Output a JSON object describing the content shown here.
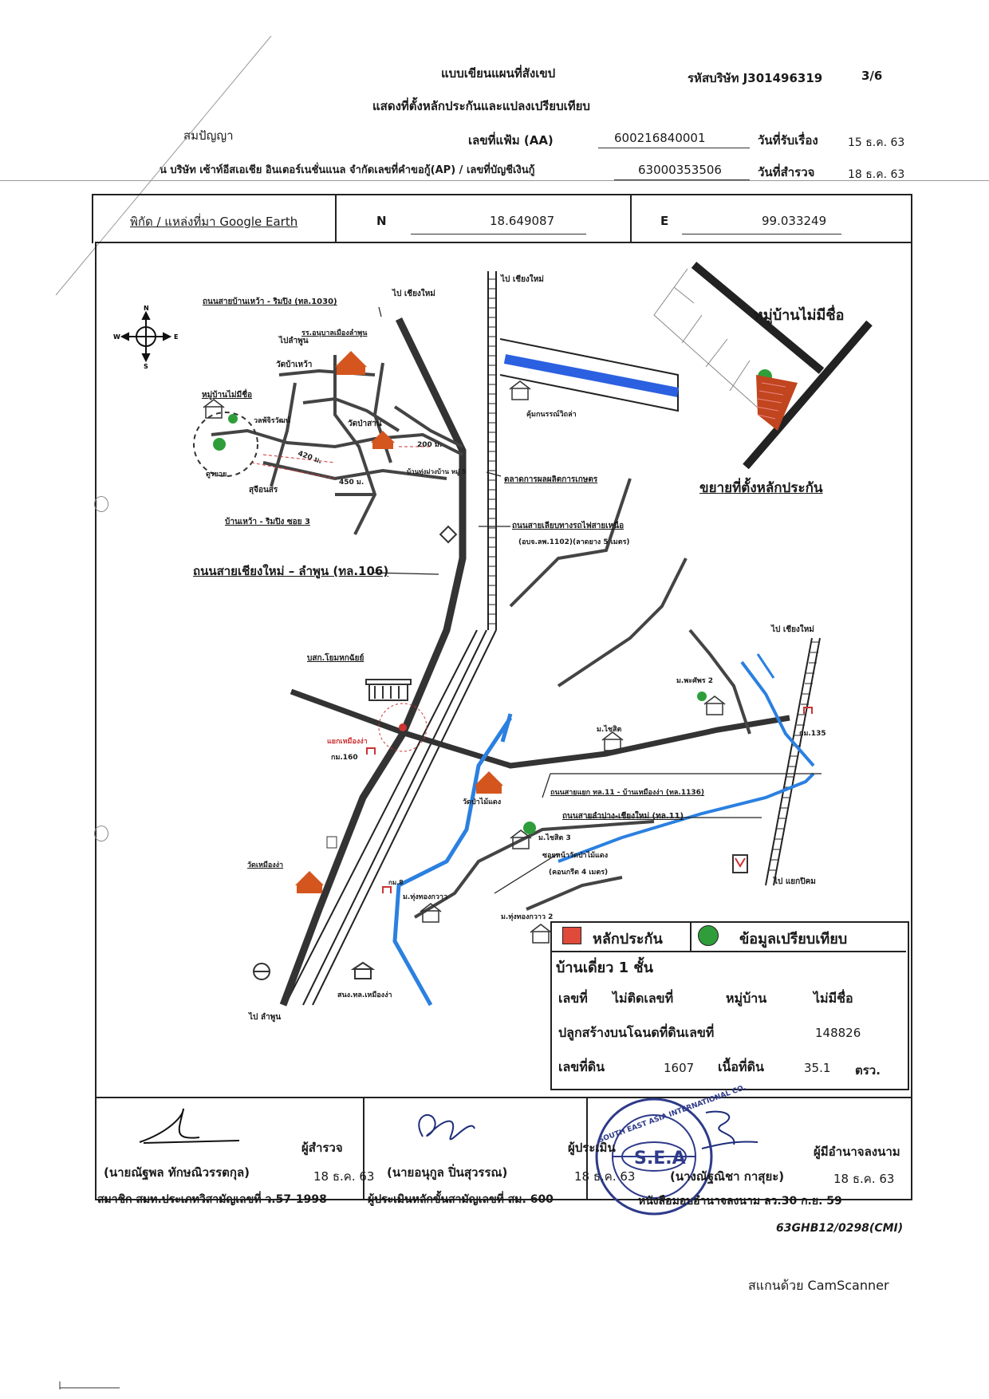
{
  "header": {
    "doc_title": "แบบเขียนแผนที่สังเขป",
    "company_code": "รหัสบริษัท J301496319",
    "page_number": "3/6",
    "subtitle": "แสดงที่ตั้งหลักประกันและแปลงเปรียบเทียบ",
    "contract_label": "สมปัญญา",
    "file_no_label": "เลขที่แฟ้ม (AA)",
    "file_no_value": "600216840001",
    "received_label": "วันที่รับเรื่อง",
    "received_value": "15 ธ.ค. 63",
    "company_line": "น บริษัท เซ้าท์อีสเอเชีย อินเตอร์เนชั่นแนล จำกัดเลขที่คำขอกู้(AP) / เลขที่บัญชีเงินกู้",
    "account_value": "63000353506",
    "survey_label": "วันที่สำรวจ",
    "survey_value": "18 ธ.ค. 63"
  },
  "coords": {
    "source_label": "พิกัด / แหล่งที่มา Google Earth",
    "n_label": "N",
    "n_value": "18.649087",
    "e_label": "E",
    "e_value": "99.033249"
  },
  "map_labels": {
    "road_1030": "ถนนสายบ้านเหว้า - ริมปิง (ทล.1030)",
    "to_chiangmai_1": "ไป เชียงใหม่",
    "to_chiangmai_rail": "ไป เชียงใหม่",
    "school": "รร.อนุบาลเมืองลำพูน",
    "to_lamphun_top": "ไปลำพูน",
    "wat_ban_waen": "วัดบ้าเหว้า",
    "village_noname_left": "หมู่บ้านไม่มีชื่อ",
    "wat_jirawat": "วลพ้จิรวัฒน์",
    "wat_pa_san": "วัดป่าสาน",
    "d200": "200 ม.",
    "d420": "420 ม.",
    "d450": "450 ม.",
    "pond": "ดูรยาย",
    "cemetery": "สุจีอนสร",
    "village_no5": "บ้านทุ่งม่วงบ้าน หมู่ 5",
    "ban_waen_rimping": "บ้านเหว้า - ริมปิง ซอย 3",
    "ag_market": "ตลาดการผลผลิตการเกษตร",
    "rail_road": "ถนนสายเลียบทางรถไฟสายเหนือ",
    "rail_road_sub": "(อบจ.ลพ.1102)(ลาดยาง 5 เมตร)",
    "kumphan": "คุ้มกนรรณ์วิถล่า",
    "main_road": "ถนนสายเชียงใหม่ – ลำพูน (ทล.106)",
    "inset_village": "หมู่บ้านไม่มีชื่อ",
    "inset_caption": "ขยายที่ตั้งหลักประกัน",
    "bank": "บสก.โยมหกฉัยย์",
    "intersection": "แยกเหมืองง่า",
    "km160": "กม.160",
    "to_chiangmai_right": "ไป เชียงใหม่",
    "m_phakaew": "ม.พะศัพร 2",
    "m_chaisit": "ม.ไชสิต",
    "km135": "กม.135",
    "road_1136": "ถนนสายแยก ทล.11 - บ้านเหมืองง่า (ทล.1136)",
    "road_11": "ถนนสายลำปาง-เชียงใหม่ (ทล.11)",
    "wat_pa_mai_daeng": "วัดป่าไม้แดง",
    "m_chaisit3": "ม.ไชสิต 3",
    "soi_wat": "ซอยหน้าวัดป่าไม้แดง",
    "concrete": "(คอนกรีต 4 เมตร)",
    "to_yaek_pichit": "ไป แยกปิคม",
    "wat_mueang_nga": "วัดเหมืองง่า",
    "km8": "กม.8",
    "m_thung_thong": "ม.ทุ่งทองกวาว",
    "m_thung_thong2": "ม.ทุ่งทองกวาว 2",
    "to_lamphun": "ไป ลำพูน",
    "police": "สนง.ทล.เหมืองง่า"
  },
  "legend": {
    "collateral_label": "หลักประกัน",
    "compare_label": "ข้อมูลเปรียบเทียบ",
    "collateral_color": "#e04a3a",
    "compare_color": "#2f9e3a"
  },
  "property": {
    "type": "บ้านเดี่ยว 1 ชั้น",
    "no_label": "เลขที่",
    "no_value": "ไม่ติดเลขที่",
    "village_label": "หมู่บ้าน",
    "village_value": "ไม่มีชื่อ",
    "deed_label": "ปลูกสร้างบนโฉนดที่ดินเลขที่",
    "deed_value": "148826",
    "land_no_label": "เลขที่ดิน",
    "land_no_value": "1607",
    "area_label": "เนื้อที่ดิน",
    "area_value": "35.1",
    "area_unit": "ตรว."
  },
  "signatures": {
    "surveyor_role": "ผู้สำรวจ",
    "surveyor_name": "(นายณัฐพล ทักษณิวรรตกุล)",
    "surveyor_date": "18 ธ.ค. 63",
    "surveyor_member": "สมาชิก สมท.ประเภทวิสามัญเลขที่ ว.57-1998",
    "appraiser_role": "ผู้ประเมิน",
    "appraiser_name": "(นายอนุกูล ปิ่นสุวรรณ)",
    "appraiser_date": "18 ธ.ค. 63",
    "appraiser_member": "ผู้ประเมินหลักขั้นสามัญเลขที่ สม. 600",
    "authorized_role": "ผู้มีอำนาจลงนาม",
    "authorized_name": "(นางณัฐณิชา กาสุยะ)",
    "authorized_date": "18 ธ.ค. 63",
    "authorized_ref": "หนังสือมอบอำนาจลงนาม ลว.30 ก.ย. 59",
    "ref_code": "63GHB12/0298(CMI)",
    "stamp_text": "SOUTH EAST ASIA INTERNATIONAL CO.",
    "stamp_center": "S.E.A"
  },
  "footer": {
    "scanner": "สแกนด้วย CamScanner"
  }
}
